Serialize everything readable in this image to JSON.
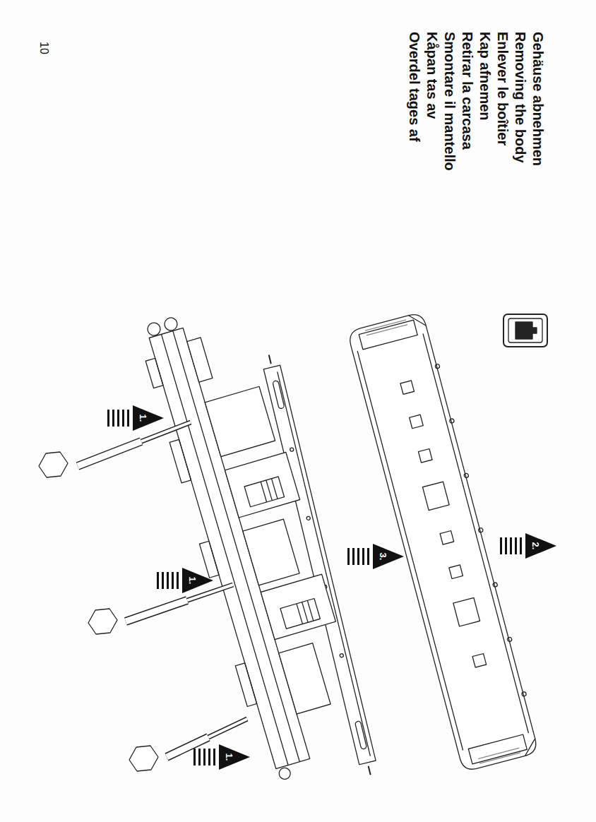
{
  "diagram": {
    "labels": [
      "Gehäuse abnehmen",
      "Removing the body",
      "Enlever le boîtier",
      "Kap afnemen",
      "Retirar la carcasa",
      "Smontare il mantello",
      "Kåpan tas av",
      "Overdel tages af",
      "10",
      "1.",
      "1.",
      "1.",
      "2.",
      "3."
    ]
  }
}
